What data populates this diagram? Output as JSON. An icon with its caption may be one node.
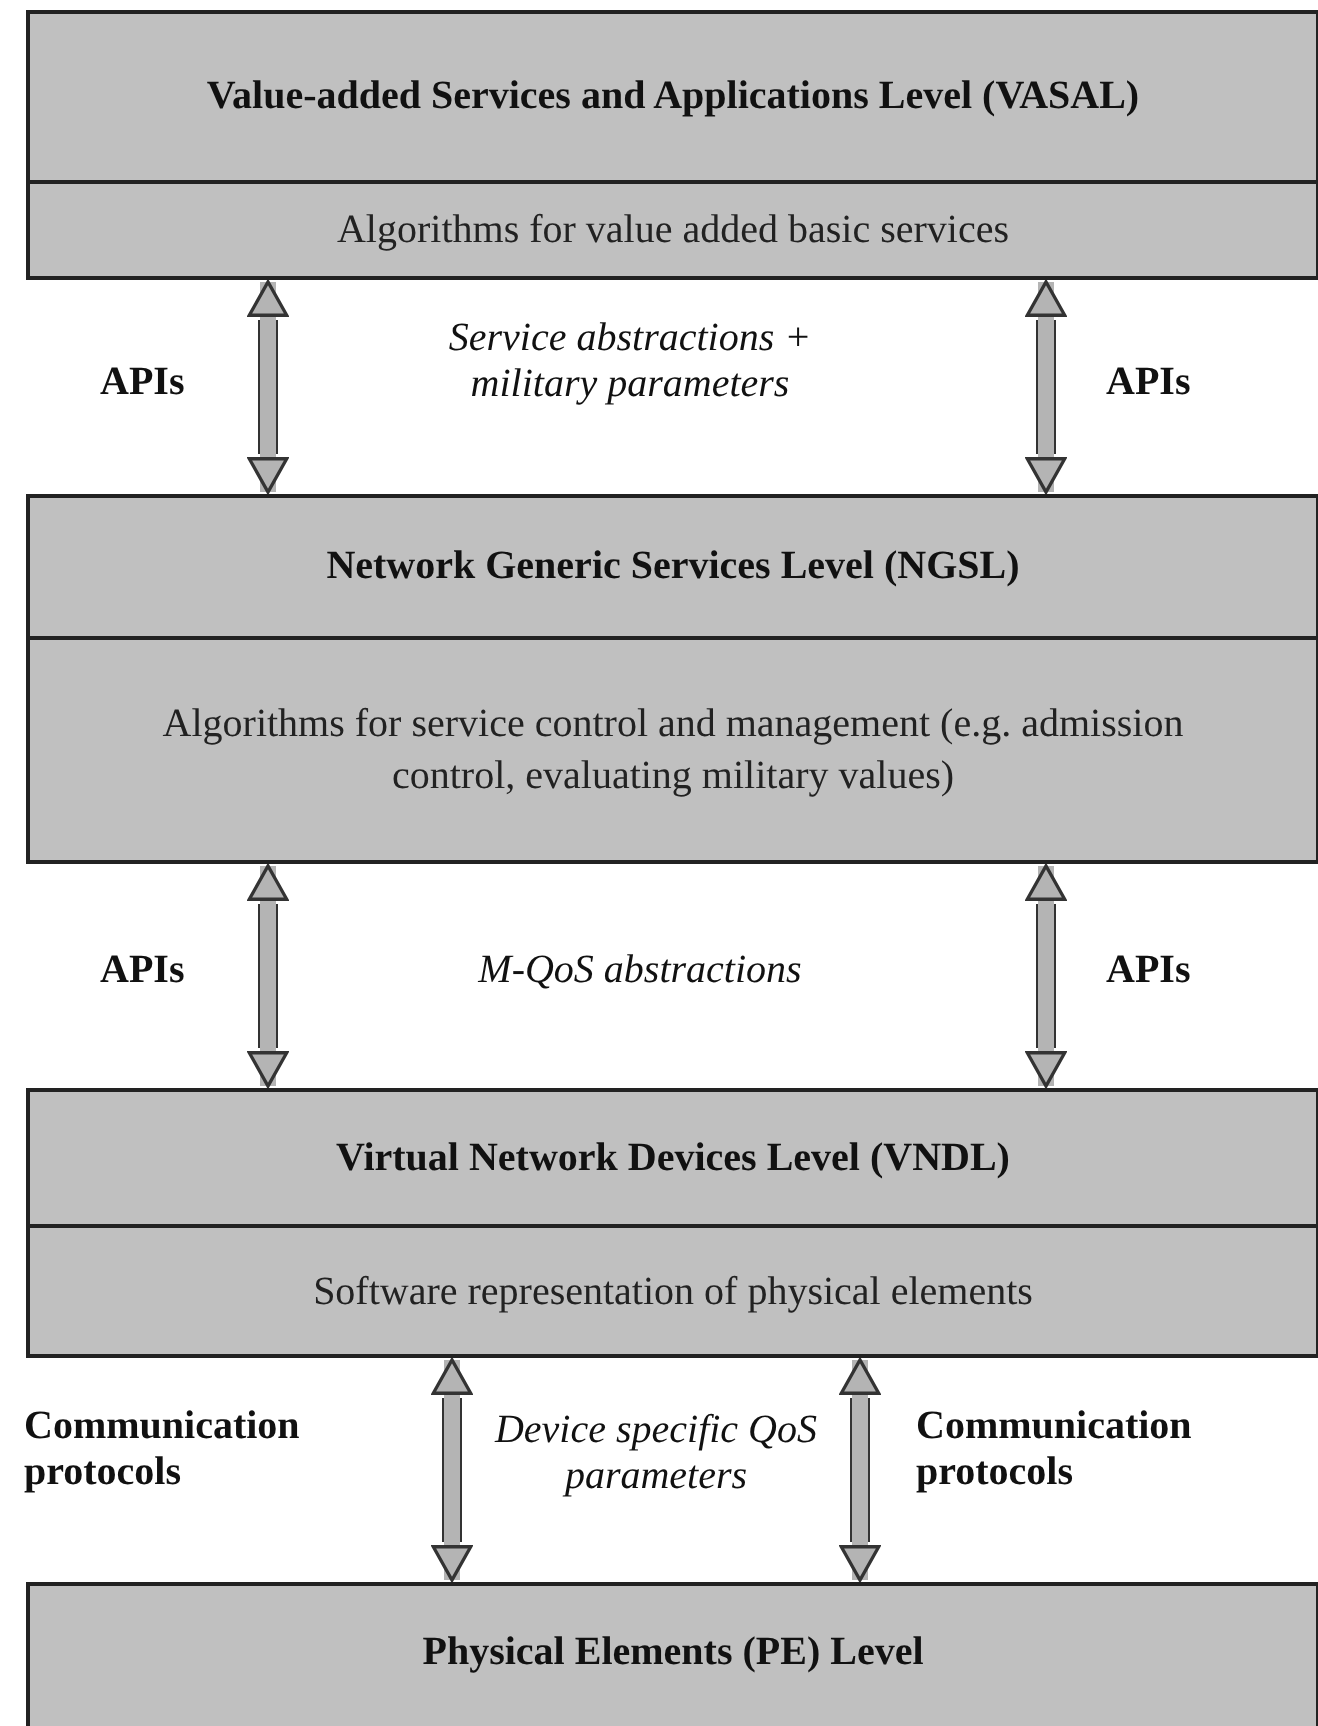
{
  "diagram": {
    "nodes": [
      {
        "text": [
          "Value-added Services and Applications Level (VASAL)",
          "Algorithms for value added basic services"
        ]
      },
      {
        "text": [
          "Network Generic Services Level (NGSL)",
          "Algorithms for service control and management (e.g. admission control, evaluating military values)"
        ]
      },
      {
        "text": [
          "Virtual Network Devices Level (VNDL)",
          "Software representation of physical elements"
        ]
      },
      {
        "text": [
          "Physical Elements (PE) Level"
        ]
      }
    ],
    "edges": [
      {
        "from": 0,
        "to": 1,
        "arrow": "both"
      },
      {
        "from": 0,
        "to": 1,
        "arrow": "both"
      },
      {
        "from": 1,
        "to": 2,
        "arrow": "both"
      },
      {
        "from": 1,
        "to": 2,
        "arrow": "both"
      },
      {
        "from": 2,
        "to": 3,
        "arrow": "both"
      },
      {
        "from": 2,
        "to": 3,
        "arrow": "both"
      }
    ],
    "labels": [
      "APIs",
      "Service abstractions + military parameters",
      "APIs",
      "APIs",
      "M-QoS abstractions",
      "APIs",
      "Communication protocols",
      "Device specific QoS parameters",
      "Communication protocols"
    ]
  }
}
